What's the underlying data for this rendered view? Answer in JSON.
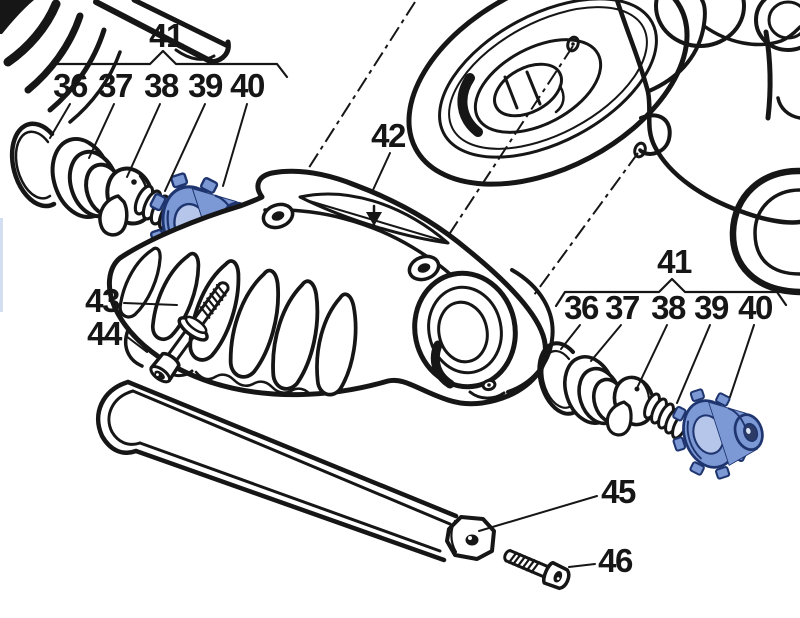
{
  "figure": {
    "background": "#ffffff",
    "ink": "#161616",
    "accent": {
      "sprocket_base": "#7d99d5",
      "sprocket_light": "#b6c6ea",
      "sprocket_dark": "#1e356f",
      "bore_dark": "#2c3a66"
    }
  },
  "callouts": {
    "left_group": {
      "label": "41",
      "parts": [
        "36",
        "37",
        "38",
        "39",
        "40"
      ]
    },
    "right_group": {
      "label": "41",
      "parts": [
        "36",
        "37",
        "38",
        "39",
        "40"
      ]
    },
    "tensioner_housing": "42",
    "pivot_bolt": "43",
    "socket_nut": "44",
    "belt_guard": "45",
    "guard_bolt": "46"
  }
}
